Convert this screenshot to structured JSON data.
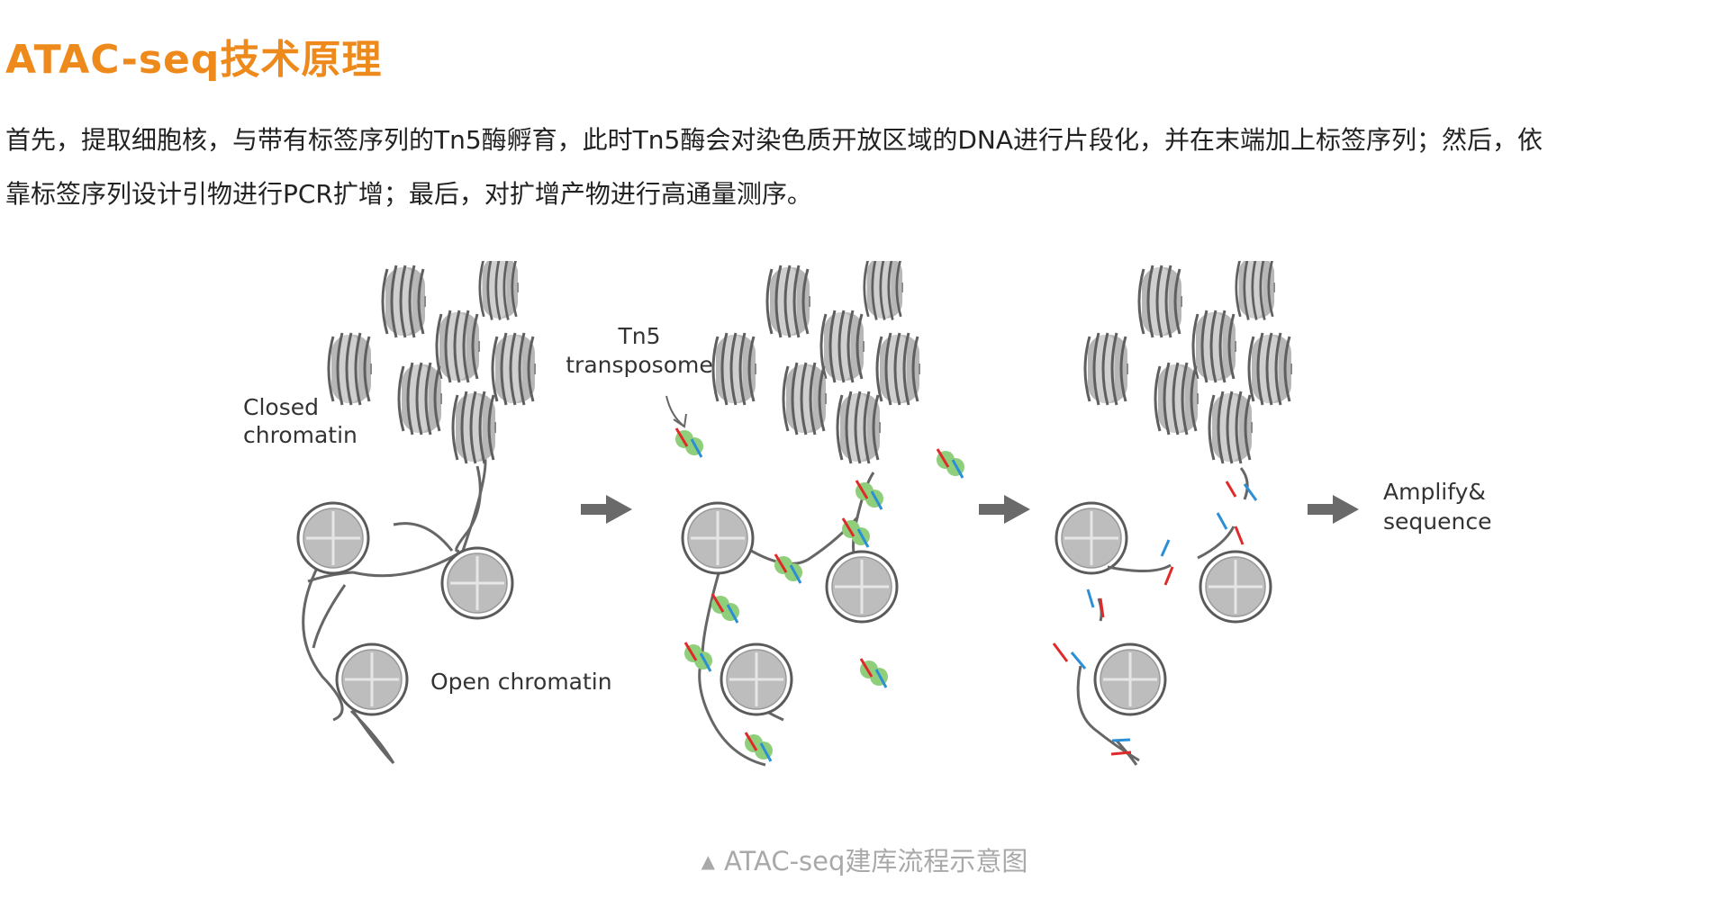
{
  "heading": "ATAC-seq技术原理",
  "description": {
    "line1": "首先，提取细胞核，与带有标签序列的Tn5酶孵育，此时Tn5酶会对染色质开放区域的DNA进行片段化，并在末端加上标签序列；然后，依",
    "line2": "靠标签序列设计引物进行PCR扩增；最后，对扩增产物进行高通量测序。"
  },
  "diagram": {
    "labels": {
      "closed_line1": "Closed",
      "closed_line2": "chromatin",
      "open": "Open chromatin",
      "tn5_line1": "Tn5",
      "tn5_line2": "transposome",
      "amplify_line1": "Amplify&",
      "amplify_line2": "sequence"
    }
  },
  "caption": {
    "marker": "▲",
    "text": "ATAC-seq建库流程示意图"
  },
  "colors": {
    "accent": "#ee8a1c",
    "histone_gray": "#b4b4b4",
    "dna_line": "#666666",
    "tn5_green": "#8fcf7b",
    "adapter_red": "#e02a2a",
    "adapter_blue": "#2b8fd6",
    "arrow": "#6a6a6a"
  }
}
